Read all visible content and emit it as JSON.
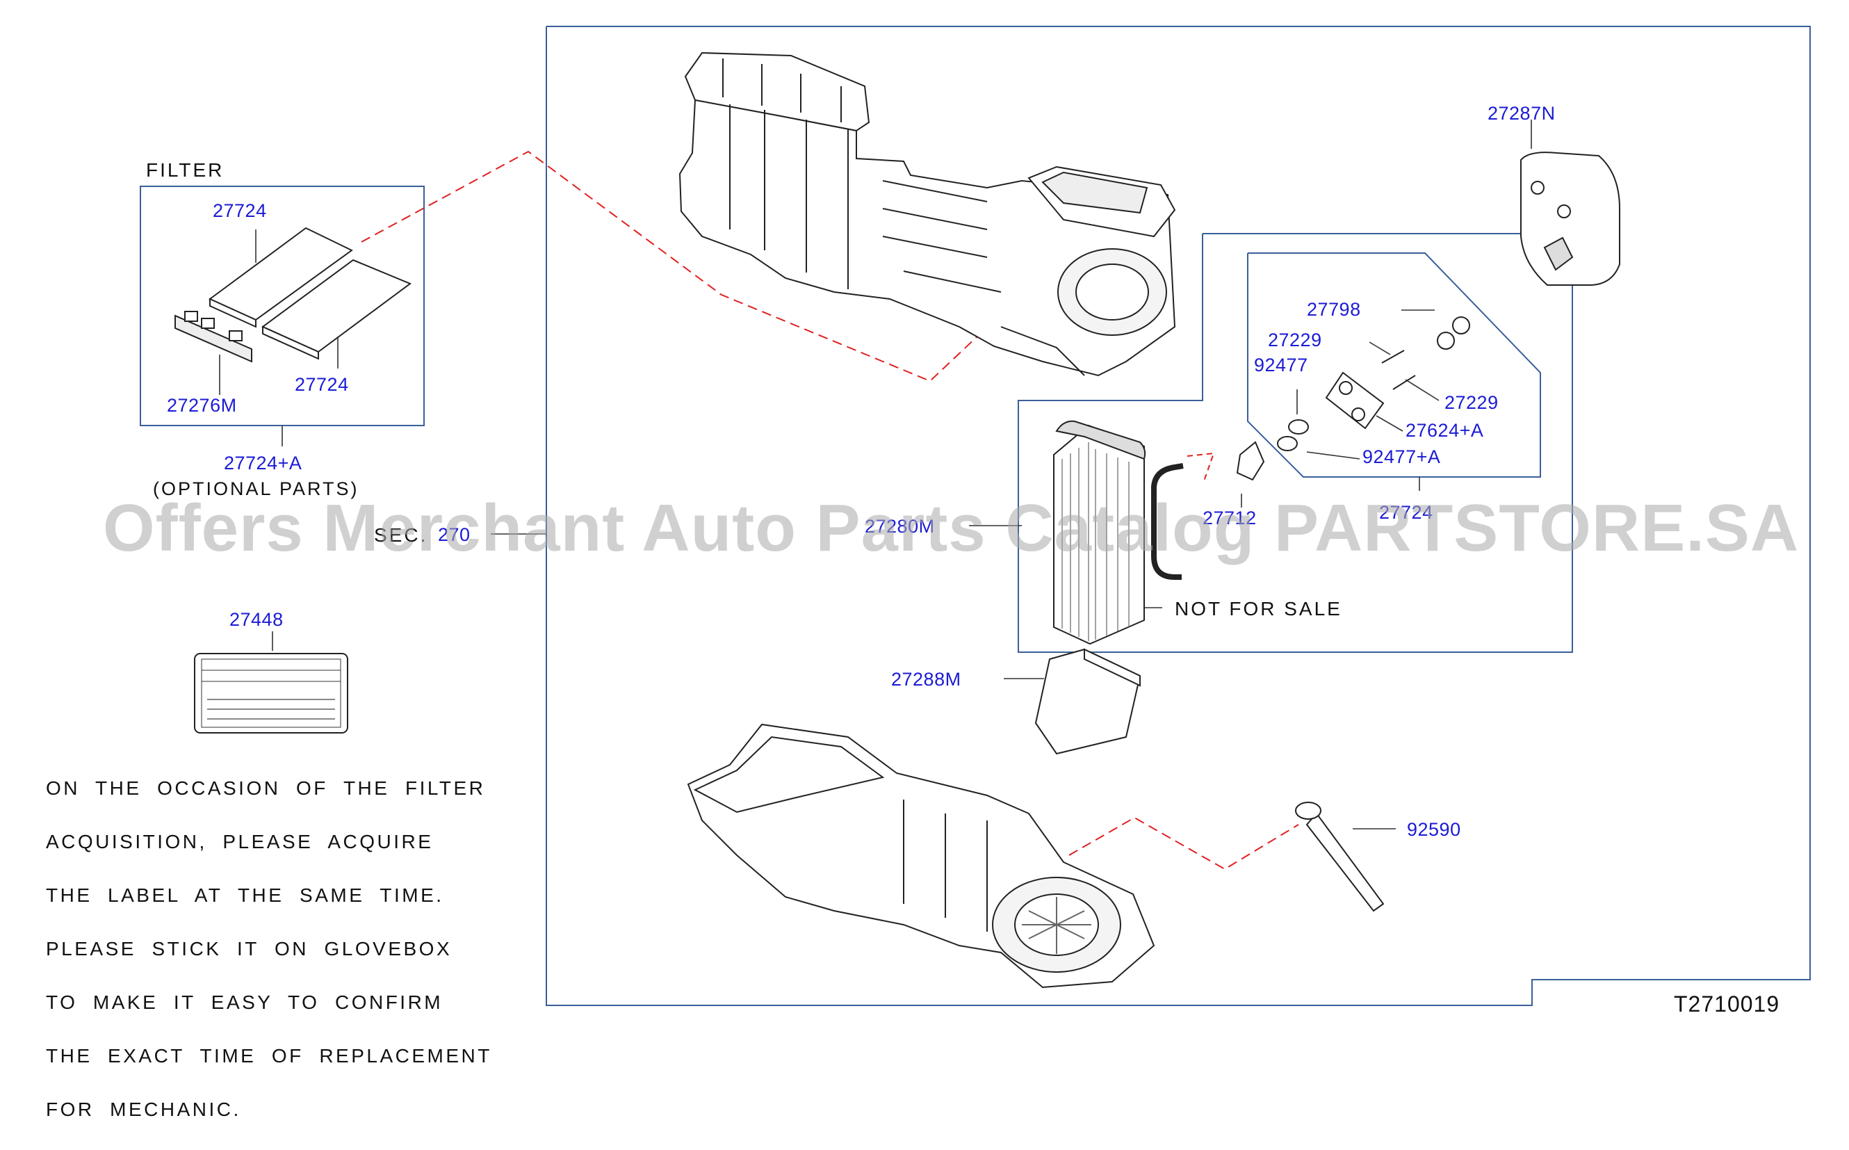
{
  "filter_box": {
    "title": "FILTER",
    "parts": [
      "27724",
      "27724",
      "27276M"
    ],
    "kit_number": "27724+A",
    "kit_note": "(OPTIONAL  PARTS)"
  },
  "section_ref": {
    "prefix": "SEC.",
    "number": "270"
  },
  "label_part": {
    "number": "27448"
  },
  "filter_label_note": [
    "ON  THE  OCCASION  OF  THE  FILTER",
    "ACQUISITION,  PLEASE  ACQUIRE",
    "THE  LABEL  AT  THE  SAME  TIME.",
    "PLEASE  STICK  IT  ON  GLOVEBOX",
    "TO  MAKE  IT  EASY  TO  CONFIRM",
    "THE  EXACT  TIME  OF  REPLACEMENT",
    "FOR  MECHANIC."
  ],
  "callouts": {
    "p27287N": "27287N",
    "p27798": "27798",
    "p27229a": "27229",
    "p92477": "92477",
    "p27229b": "27229",
    "p27624A": "27624+A",
    "p92477A": "92477+A",
    "p27712": "27712",
    "p27724b": "27724",
    "p27280M": "27280M",
    "not_for_sale": "NOT  FOR  SALE",
    "p27288M": "27288M",
    "p92590": "92590"
  },
  "watermark": "Offers Merchant Auto Parts Catalog PARTSTORE.SA",
  "diagram_code": "T2710019",
  "colors": {
    "callout": "#1b1bd6",
    "frame": "#3a5f9a",
    "dashed_link": "#e02020",
    "ink": "#111111"
  }
}
